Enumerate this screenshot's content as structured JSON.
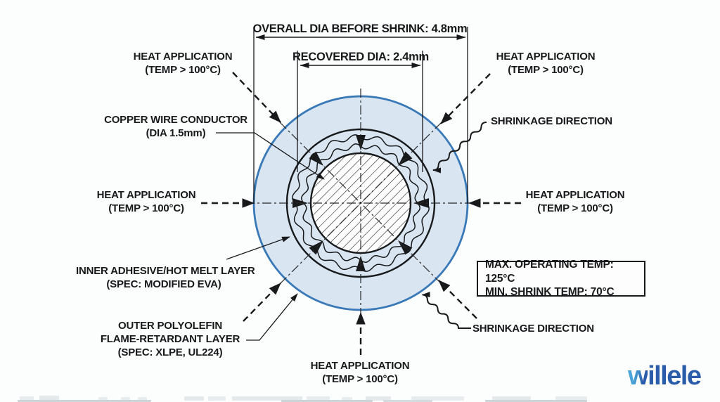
{
  "diagram": {
    "dimension_labels": {
      "overall": "OVERALL DIA BEFORE SHRINK: 4.8mm",
      "recovered": "RECOVERED DIA: 2.4mm"
    },
    "callouts": {
      "heat_application": {
        "line1": "HEAT APPLICATION",
        "line2": "(TEMP > 100°C)"
      },
      "copper_conductor": {
        "line1": "COPPER WIRE CONDUCTOR",
        "line2": "(DIA 1.5mm)"
      },
      "shrinkage_direction": "SHRINKAGE DIRECTION",
      "inner_adhesive": {
        "line1": "INNER ADHESIVE/HOT MELT LAYER",
        "line2": "(SPEC: MODIFIED EVA)"
      },
      "outer_layer": {
        "line1": "OUTER POLYOLEFIN",
        "line2": "FLAME-RETARDANT LAYER",
        "line3": "(SPEC: XLPE, UL224)"
      }
    },
    "spec_box": {
      "line1": "MAX. OPERATING TEMP: 125°C",
      "line2": "MIN. SHRINK TEMP: 70°C"
    },
    "colors": {
      "tube_fill": "#d9e5f1",
      "tube_stroke": "#3a79b8",
      "ink": "#17191b"
    }
  },
  "branding": {
    "logo_w": "w",
    "logo_rest": "illele",
    "logo_color": "#2b5ca9",
    "logo_accent": "#45a0d8"
  }
}
